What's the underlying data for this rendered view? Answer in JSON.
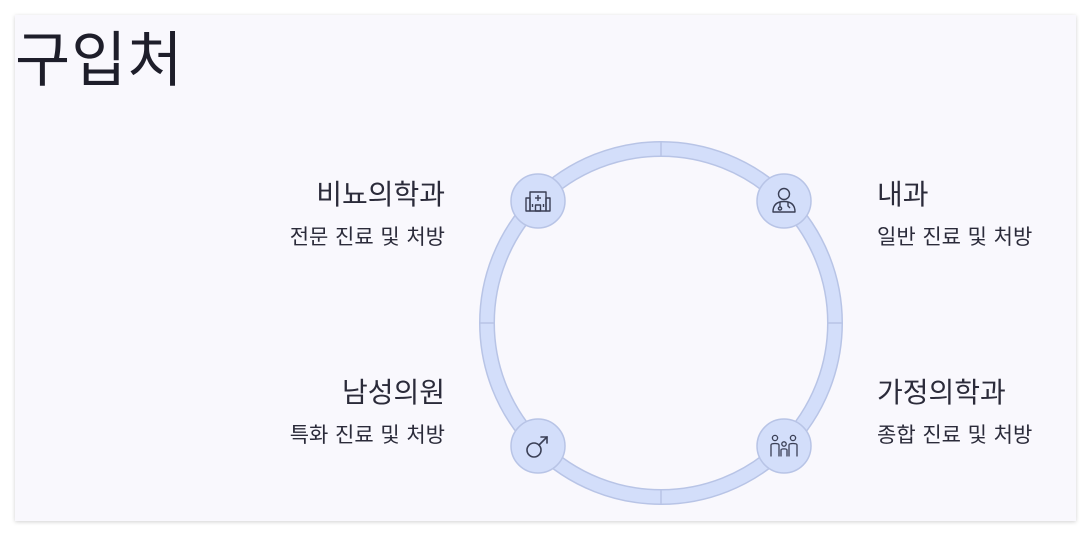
{
  "page": {
    "title": "구입처"
  },
  "diagram": {
    "nodes": [
      {
        "id": "tl",
        "name": "비뇨의학과",
        "desc": "전문 진료 및 처방",
        "icon": "hospital-icon"
      },
      {
        "id": "tr",
        "name": "내과",
        "desc": "일반 진료 및 처방",
        "icon": "doctor-icon"
      },
      {
        "id": "bl",
        "name": "남성의원",
        "desc": "특화 진료 및 처방",
        "icon": "male-symbol-icon"
      },
      {
        "id": "br",
        "name": "가정의학과",
        "desc": "종합 진료 및 처방",
        "icon": "family-icon"
      }
    ]
  },
  "colors": {
    "ring_fill": "#d3defa",
    "ring_stroke": "#b8c4e6",
    "node_fill": "#d3defa",
    "icon_stroke": "#3a3f55",
    "background": "#f9f8fd"
  }
}
